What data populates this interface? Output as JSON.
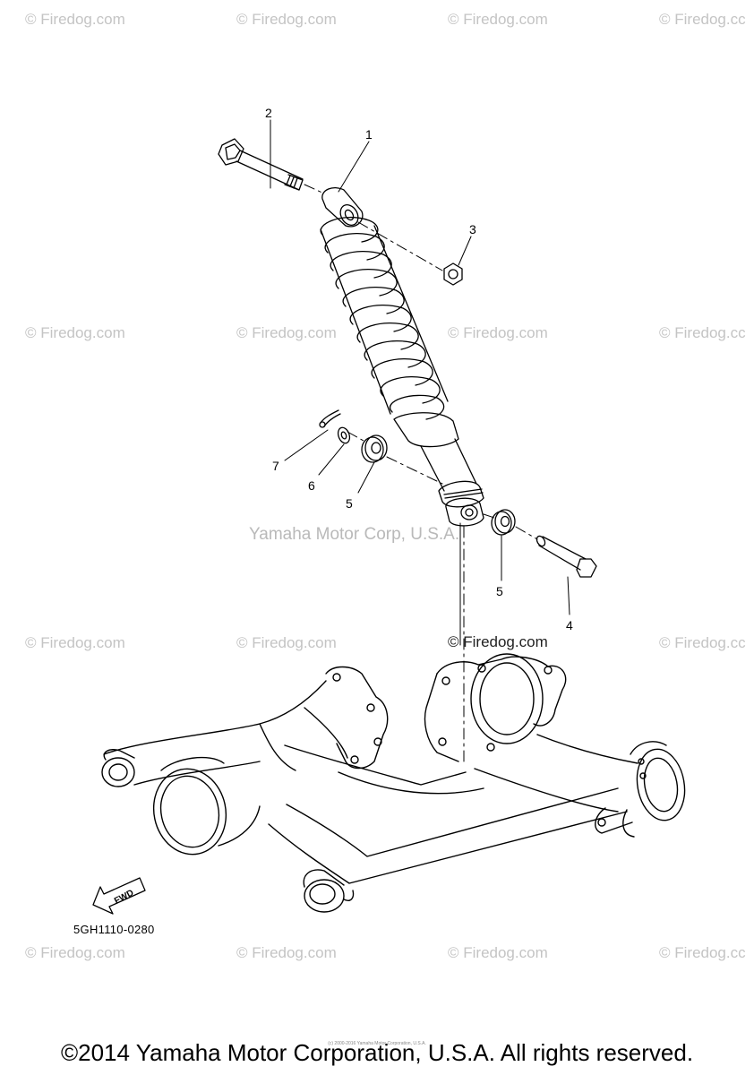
{
  "watermarks": {
    "firedog": "© Firedog.com",
    "firedog_cut": "© Firedog.cc",
    "center": "© Firedog.com",
    "yamaha": "Yamaha Motor Corp, U.S.A."
  },
  "callouts": {
    "c1": "1",
    "c2": "2",
    "c3": "3",
    "c4": "4",
    "c5a": "5",
    "c5b": "5",
    "c6": "6",
    "c7": "7"
  },
  "fwd_label": "FWD",
  "part_code": "5GH1110-0280",
  "footer": {
    "copyright": "©2014 Yamaha Motor Corporation, U.S.A. All rights reserved.",
    "fine_print": "(c) 2000-2016 Yamaha Motor Corporation, U.S.A."
  }
}
